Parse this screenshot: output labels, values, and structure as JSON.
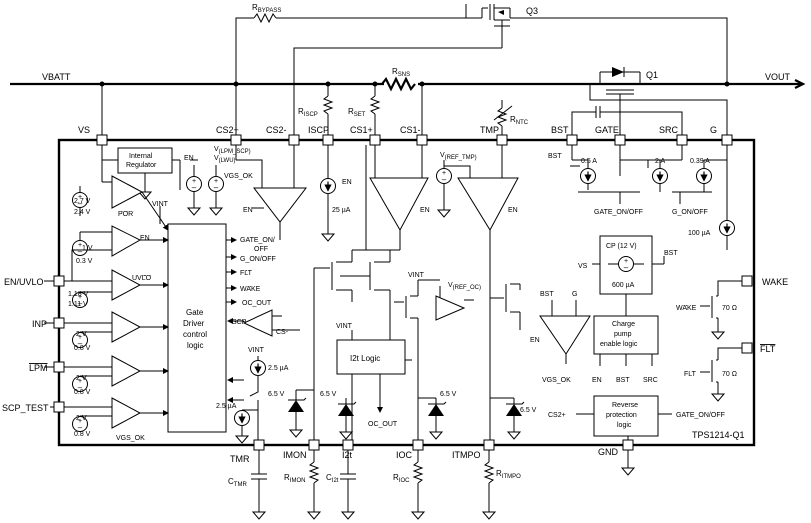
{
  "title": "TPS1214-Q1",
  "nets": {
    "vbatt": "VBATT",
    "vout": "VOUT",
    "vs_node": "VS",
    "gnd": "GND",
    "vint1": "VINT",
    "vint2": "VINT",
    "vint3": "VINT"
  },
  "pins": {
    "vs": "VS",
    "cs2p": "CS2+",
    "cs2m": "CS2-",
    "iscp": "ISCP",
    "cs1p": "CS1+",
    "cs1m": "CS1-",
    "tmp": "TMP",
    "bst": "BST",
    "gate": "GATE",
    "src": "SRC",
    "g": "G",
    "en_uvlo": "EN/UVLO",
    "inp": "INP",
    "lpm": "LPM",
    "scp_test": "SCP_TEST",
    "tmr": "TMR",
    "imon": "IMON",
    "i2t": "I2t",
    "ioc": "IOC",
    "itmpo": "ITMPO",
    "gnd": "GND",
    "wake": "WAKE",
    "flt": "FLT"
  },
  "components": {
    "rbypass": {
      "main": "R",
      "sub": "BYPASS"
    },
    "q3": "Q3",
    "q1": "Q1",
    "rsns": {
      "main": "R",
      "sub": "SNS"
    },
    "riscp": {
      "main": "R",
      "sub": "ISCP"
    },
    "rset": {
      "main": "R",
      "sub": "SET"
    },
    "rntc": {
      "main": "R",
      "sub": "NTC"
    },
    "ctmr": {
      "main": "C",
      "sub": "TMR"
    },
    "rimon": {
      "main": "R",
      "sub": "IMON"
    },
    "ci2t": {
      "main": "C",
      "sub": "I2t"
    },
    "rioc": {
      "main": "R",
      "sub": "IOC"
    },
    "ritmpo": {
      "main": "R",
      "sub": "ITMPO"
    }
  },
  "blocks": {
    "internal_regulator": [
      "Internal",
      "Regulator"
    ],
    "gate_driver": [
      "Gate",
      "Driver",
      "control",
      "logic"
    ],
    "i2t_logic": "I2t Logic",
    "charge_pump": [
      "Charge",
      "pump",
      "enable logic"
    ],
    "cp": [
      "CP (12 V)",
      "600 µA"
    ],
    "reverse_protection": [
      "Reverse",
      "protection",
      "logic"
    ]
  },
  "comparators": {
    "por": {
      "hi": "2.7 V",
      "lo": "2.4 V",
      "out": "POR"
    },
    "en": {
      "hi": "1 V",
      "lo": "0.3 V",
      "out": "EN"
    },
    "uvlo": {
      "hi": "1.18 V",
      "lo": "1.11 V",
      "out": "UVLO"
    },
    "inp": {
      "hi": "2 V",
      "lo": "0.8 V"
    },
    "lpm": {
      "hi": "2 V",
      "lo": "0.8 V"
    },
    "scp": {
      "hi": "2 V",
      "lo": "0.8 V",
      "out": "VGS_OK"
    }
  },
  "labels": {
    "vint_driver": "VINT",
    "en_reg": "EN",
    "vlpm_scp": {
      "main": "V",
      "sub": "(LPM_SCP)"
    },
    "vlwu": {
      "main": "V",
      "sub": "(LWU)"
    },
    "vgs_ok_top": "VGS_OK",
    "en_scp_amp": "EN",
    "en_25": "EN",
    "i25": "25 µA",
    "en_cs1": "EN",
    "vref_tmp": {
      "main": "V",
      "sub": "(REF_TMP)"
    },
    "en_tmp": "EN",
    "out_gate_on_off": "GATE_ON/",
    "out_off": "OFF",
    "out_g_on_off": "G_ON/OFF",
    "out_flt": "FLT",
    "out_wake": "WAKE",
    "out_oc": "OC_OUT",
    "scp_in": "SCP",
    "cs_minus": "CS-",
    "vint_tmr": "VINT",
    "i_tmr1": "2.5 µA",
    "i_tmr2": "2.5 µA",
    "vint_i2t": "VINT",
    "vint_oc": "VINT",
    "vref_oc": {
      "main": "V",
      "sub": "(REF_OC)"
    },
    "oc_out_i2t": "OC_OUT",
    "z1": "6.5 V",
    "z2": "6.5 V",
    "z3": "6.5 V",
    "z4": "6.5 V",
    "bst_small": "BST",
    "isrc_05": "0.5 A",
    "isrc_2": "2 A",
    "isrc_039": "0.39 A",
    "gate_on_off": "GATE_ON/OFF",
    "g_on_off": "G_ON/OFF",
    "i100": "100 µA",
    "vs_cp": "VS",
    "bst_cp": "BST",
    "bst_g_bst": "BST",
    "bst_g_g": "G",
    "en_vgs": "EN",
    "vgs_ok_out": "VGS_OK",
    "cp_en": "EN",
    "cp_bst": "BST",
    "cp_src": "SRC",
    "cs2_plus": "CS2+",
    "rev_out": "GATE_ON/OFF",
    "wake_bar": "WAKE",
    "r70a": "70 Ω",
    "flt_small": "FLT",
    "r70b": "70 Ω"
  },
  "colors": {
    "line": "#000000",
    "background": "#ffffff"
  }
}
